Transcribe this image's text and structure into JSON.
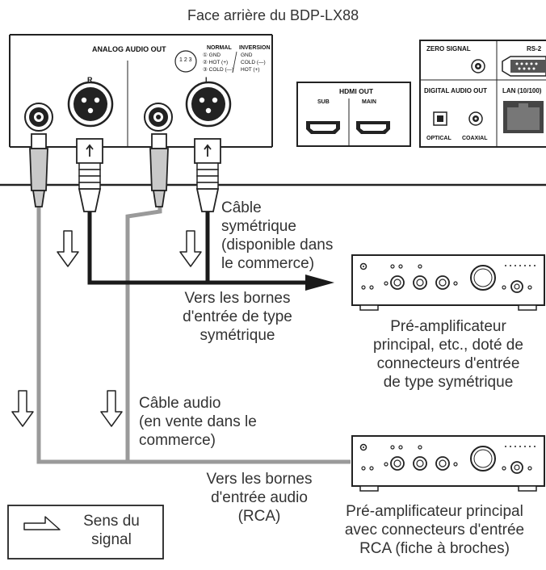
{
  "title": "Face arrière du BDP-LX88",
  "panel": {
    "analog_audio_out": "ANALOG AUDIO OUT",
    "normal": "NORMAL",
    "inversion": "INVERSION",
    "pin1": "① GND",
    "pin2": "② HOT (+)",
    "pin3": "③ COLD (—)",
    "inv1": "GND",
    "inv2": "COLD (—)",
    "inv3": "HOT (+)",
    "pin_numbers": "1 2 3",
    "channel_r": "R",
    "channel_l": "L",
    "hdmi_out": "HDMI OUT",
    "hdmi_sub": "SUB",
    "hdmi_main": "MAIN",
    "zero_signal": "ZERO SIGNAL",
    "rs232": "RS-2",
    "digital_audio_out": "DIGITAL AUDIO OUT",
    "lan": "LAN (10/100)",
    "optical": "OPTICAL",
    "coaxial": "COAXIAL"
  },
  "labels": {
    "balanced_cable": "Câble\nsymétrique\n(disponible dans\nle commerce)",
    "to_balanced_inputs": "Vers les bornes\nd'entrée de type\nsymétrique",
    "amp_balanced": "Pré-amplificateur\nprincipal, etc., doté de\nconnecteurs d'entrée\nde type symétrique",
    "audio_cable": "Câble audio\n(en vente dans le\ncommerce)",
    "to_audio_inputs": "Vers les bornes\nd'entrée audio\n(RCA)",
    "amp_rca": "Pré-amplificateur principal\navec connecteurs d'entrée\nRCA (fiche à broches)",
    "legend_signal": "Sens du\nsignal"
  },
  "icons": [
    "xlr-connector-icon",
    "rca-connector-icon",
    "hdmi-port-icon",
    "optical-port-icon",
    "lan-port-icon",
    "rs232-port-icon",
    "signal-arrow-icon",
    "amplifier-icon"
  ],
  "colors": {
    "balanced_cable": "#1a1a1a",
    "rca_cable": "#9a9a9a",
    "panel_line": "#222222"
  }
}
